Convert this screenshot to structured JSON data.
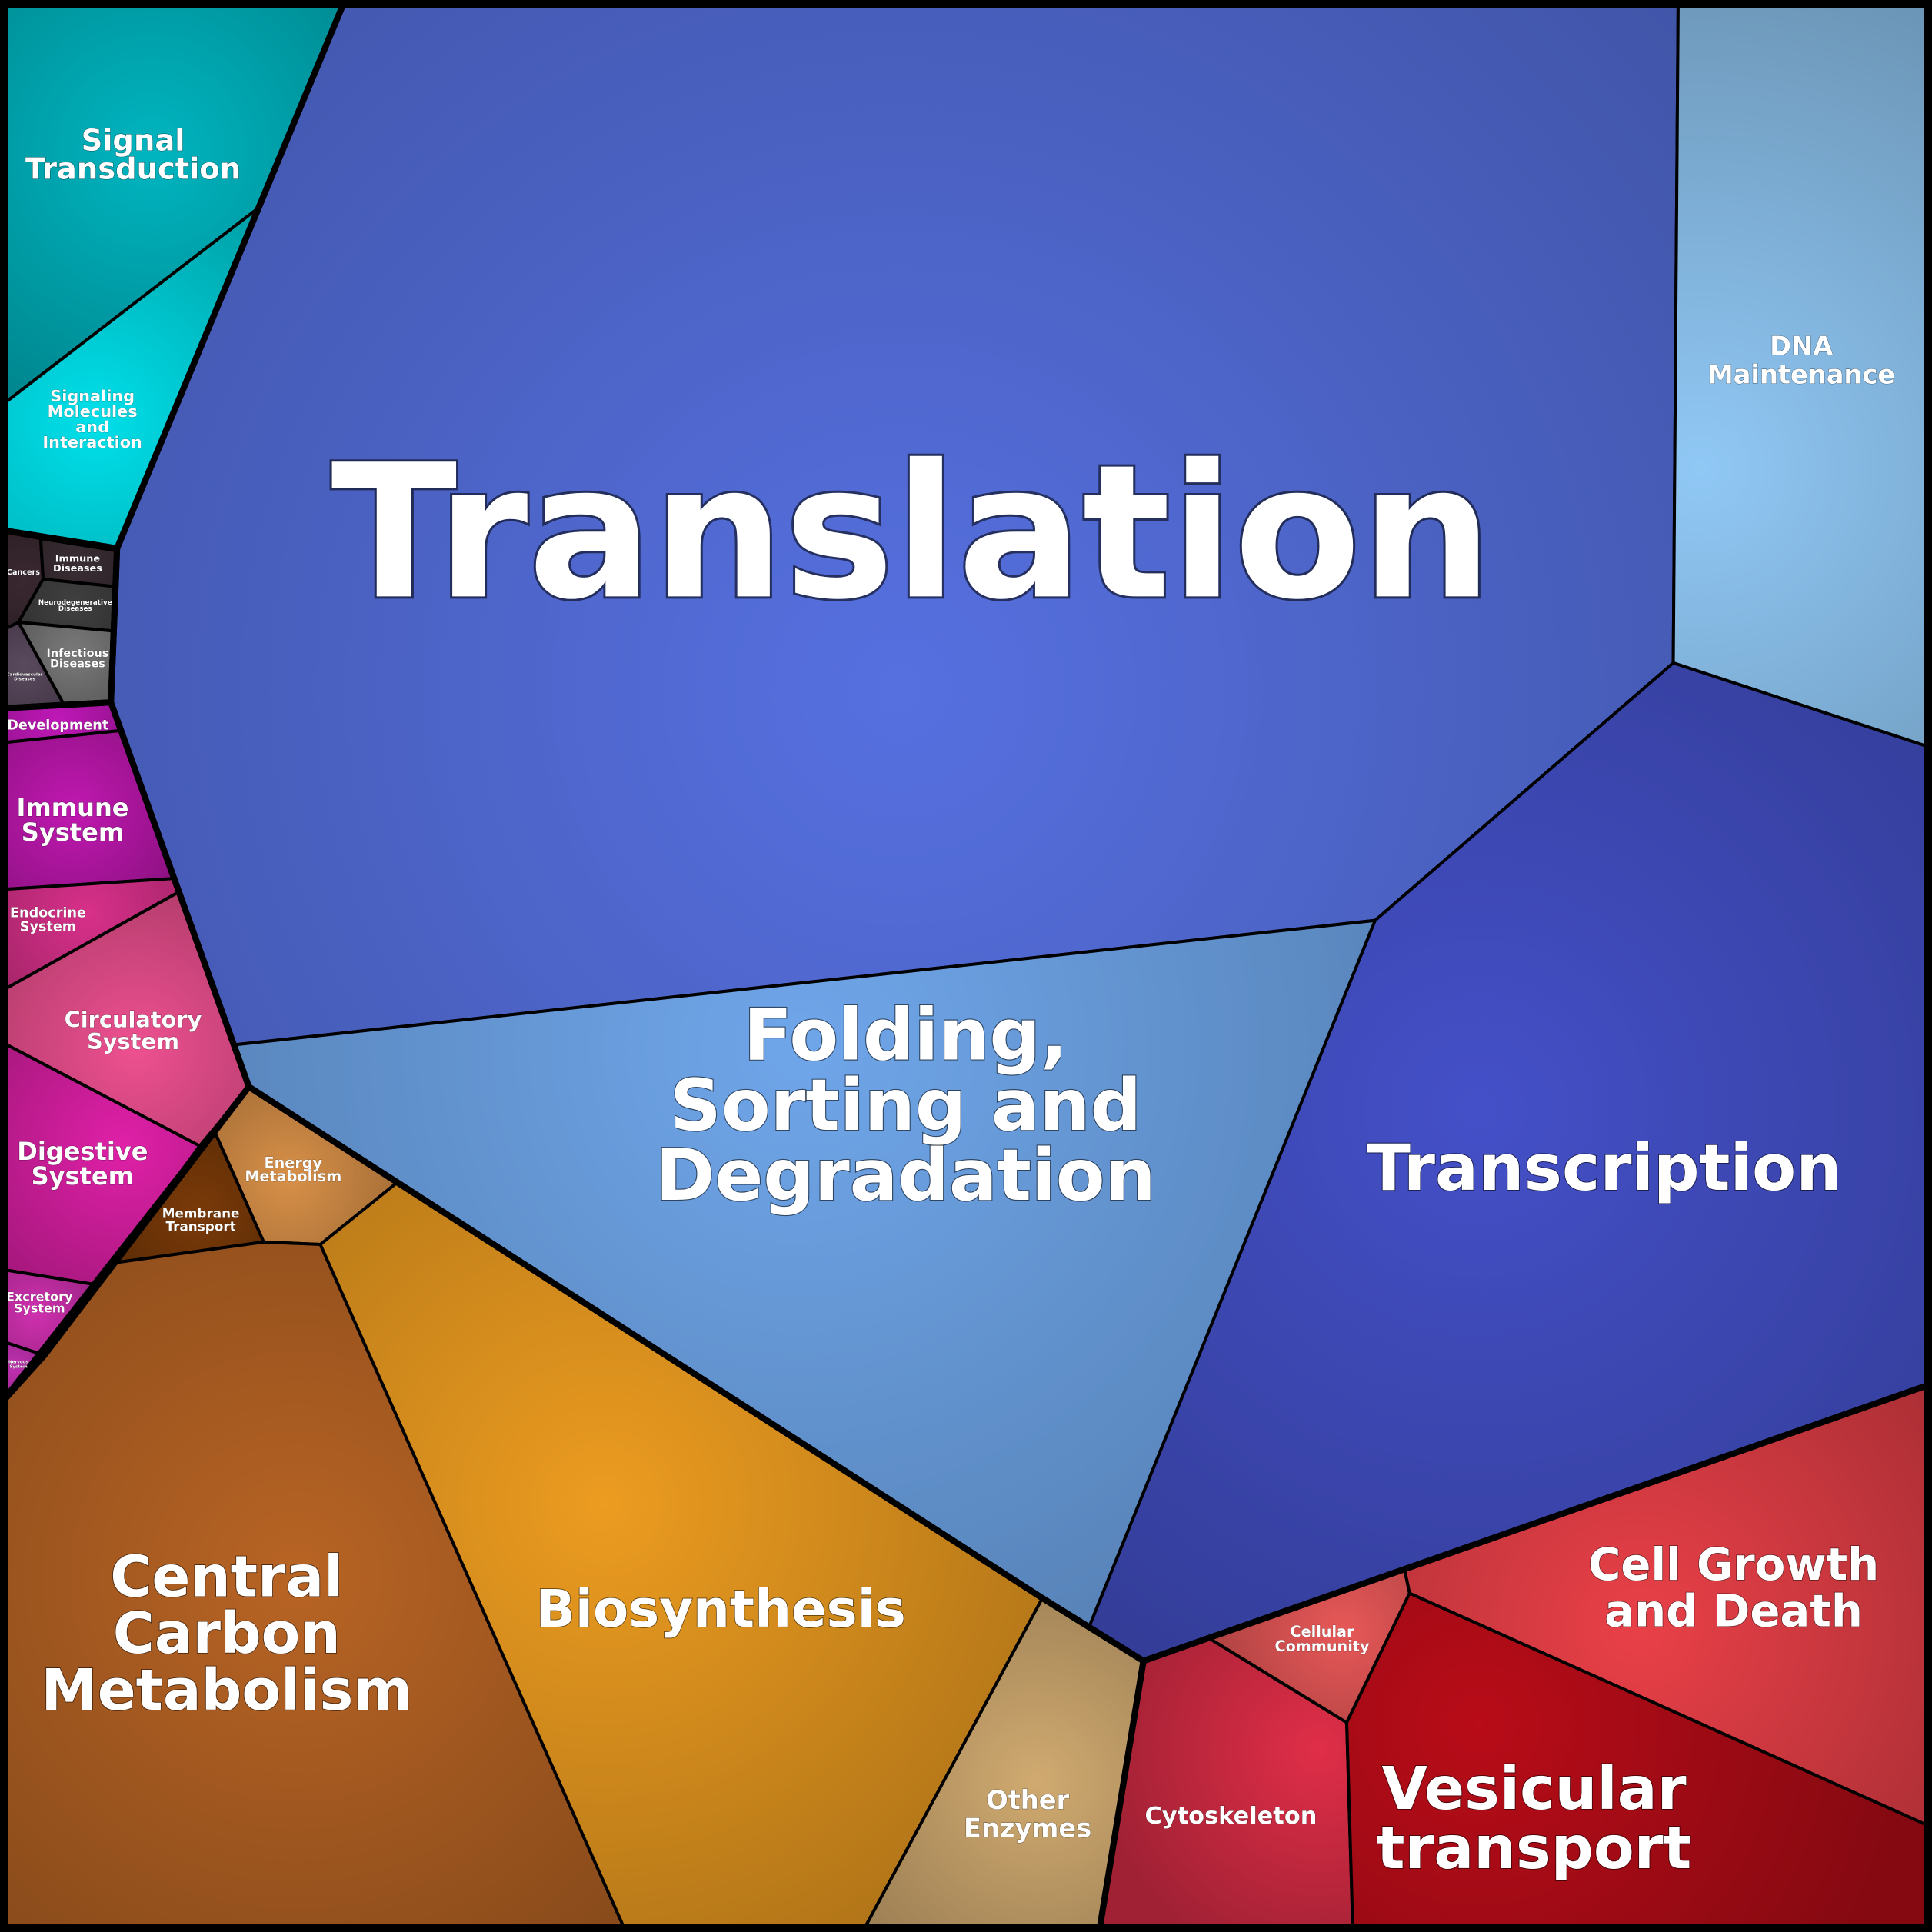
{
  "title": "Proteomap",
  "cells": {
    "translation": {
      "label": [
        "Translation"
      ],
      "color": "#5670e0"
    },
    "signal_transduction": {
      "label": [
        "Signal",
        "Transduction"
      ],
      "color": "#00b5c0"
    },
    "signaling_molecules": {
      "label": [
        "Signaling",
        "Molecules",
        "and",
        "Interaction"
      ],
      "color": "#00e0ea"
    },
    "dna_maintenance": {
      "label": [
        "DNA",
        "Maintenance"
      ],
      "color": "#90c8f5"
    },
    "transcription": {
      "label": [
        "Transcription"
      ],
      "color": "#4450c8"
    },
    "folding": {
      "label": [
        "Folding,",
        "Sorting and",
        "Degradation"
      ],
      "color": "#6fa6ea"
    },
    "cancers": {
      "label": [
        "Cancers"
      ],
      "color": "#3a2830"
    },
    "immune_diseases": {
      "label": [
        "Immune",
        "Diseases"
      ],
      "color": "#3a2e34"
    },
    "neurodegenerative_diseases": {
      "label": [
        "Neurodegenerative",
        "Diseases"
      ],
      "color": "#404040"
    },
    "infectious_diseases": {
      "label": [
        "Infectious",
        "Diseases"
      ],
      "color": "#7a7a7a"
    },
    "cardiovascular_diseases": {
      "label": [
        "Cardiovascular",
        "Diseases"
      ],
      "color": "#5a4a5e"
    },
    "development": {
      "label": [
        "Development"
      ],
      "color": "#c018b8"
    },
    "immune_system": {
      "label": [
        "Immune",
        "System"
      ],
      "color": "#c018b0"
    },
    "endocrine_system": {
      "label": [
        "Endocrine",
        "System"
      ],
      "color": "#d8308a"
    },
    "circulatory_system": {
      "label": [
        "Circulatory",
        "System"
      ],
      "color": "#ee5090"
    },
    "digestive_system": {
      "label": [
        "Digestive",
        "System"
      ],
      "color": "#e020a8"
    },
    "excretory_system": {
      "label": [
        "Excretory",
        "System"
      ],
      "color": "#d030b0"
    },
    "nervous_system": {
      "label": [
        "Nervous",
        "System"
      ],
      "color": "#c030b0"
    },
    "energy_metabolism": {
      "label": [
        "Energy",
        "Metabolism"
      ],
      "color": "#d89048"
    },
    "membrane_transport": {
      "label": [
        "Membrane",
        "Transport"
      ],
      "color": "#7a3a08"
    },
    "central_carbon": {
      "label": [
        "Central",
        "Carbon",
        "Metabolism"
      ],
      "color": "#b86424"
    },
    "biosynthesis": {
      "label": [
        "Biosynthesis"
      ],
      "color": "#ec9c20"
    },
    "other_enzymes": {
      "label": [
        "Other",
        "Enzymes"
      ],
      "color": "#d0aa70"
    },
    "cytoskeleton": {
      "label": [
        "Cytoskeleton"
      ],
      "color": "#e02e48"
    },
    "cellular_community": {
      "label": [
        "Cellular",
        "Community"
      ],
      "color": "#e85858"
    },
    "vesicular_transport": {
      "label": [
        "Vesicular",
        "transport"
      ],
      "color": "#b80c18"
    },
    "cell_growth": {
      "label": [
        "Cell Growth",
        "and Death"
      ],
      "color": "#ea4048"
    }
  }
}
